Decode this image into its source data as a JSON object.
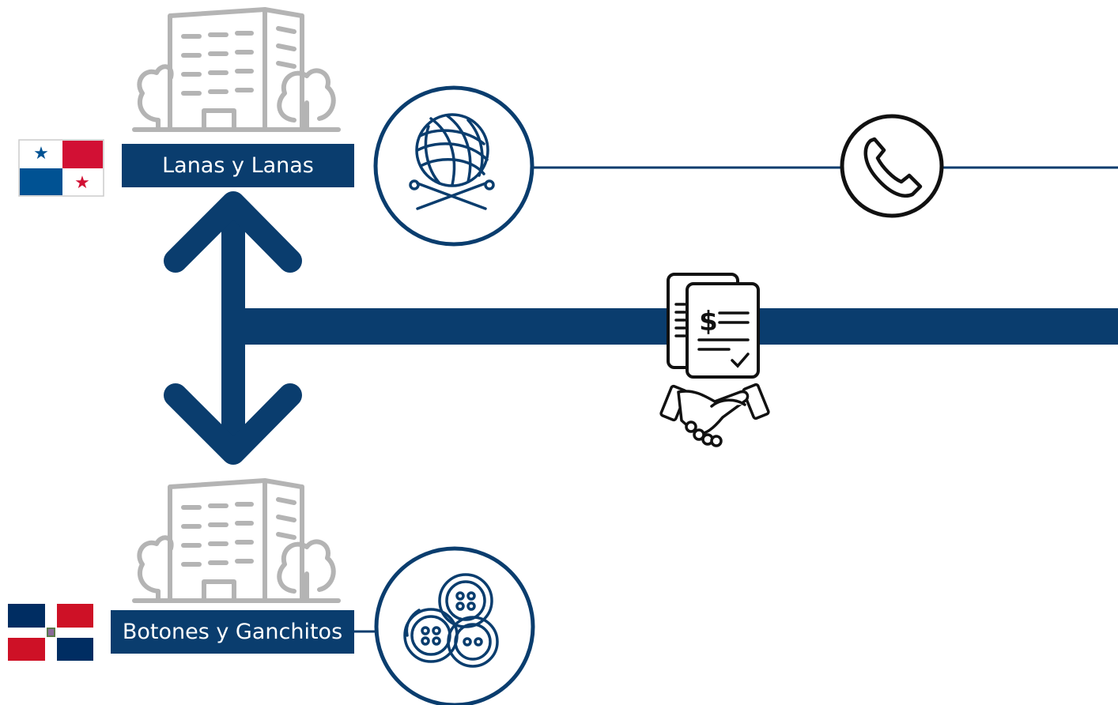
{
  "companies": [
    {
      "name": "Lanas y Lanas",
      "flag": "panama-flag",
      "product_icon": "yarn-ball-knitting-needles-icon"
    },
    {
      "name": "Botones y Ganchitos",
      "flag": "dominican-republic-flag",
      "product_icon": "buttons-icon"
    }
  ],
  "icons": {
    "building": "office-building-icon",
    "phone": "phone-icon",
    "invoice": "invoice-documents-icon",
    "handshake": "handshake-icon",
    "arrow": "bidirectional-vertical-arrow"
  },
  "colors": {
    "navy": "#0a3d6e",
    "gray": "#b4b4b4",
    "black": "#111111",
    "panama_red": "#d21034",
    "panama_blue": "#005293",
    "dr_blue": "#002d62",
    "dr_red": "#ce1126"
  }
}
